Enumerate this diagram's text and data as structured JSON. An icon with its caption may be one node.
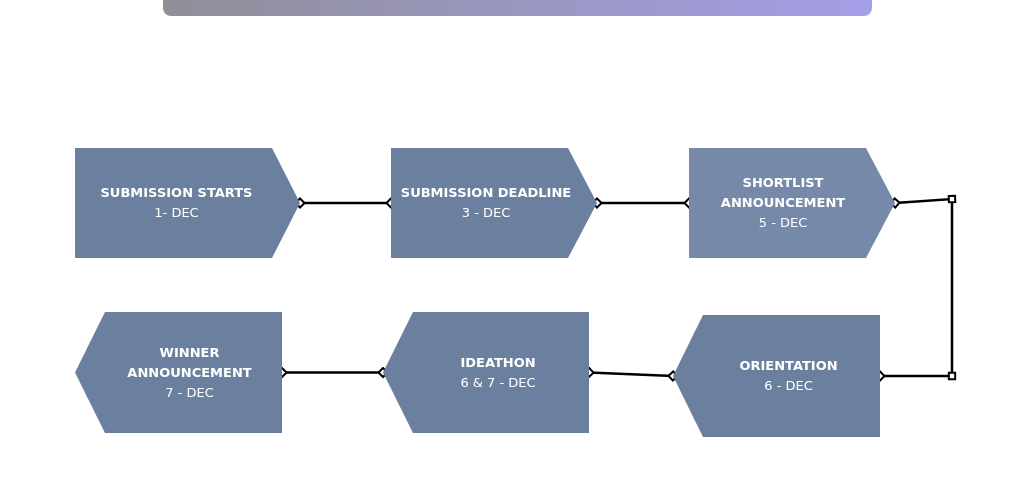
{
  "diagram": {
    "nodes": [
      {
        "text": [
          "SUBMISSION STARTS",
          "1- DEC"
        ]
      },
      {
        "text": [
          "SUBMISSION DEADLINE",
          "3 - DEC"
        ]
      },
      {
        "text": [
          "SHORTLIST ANNOUNCEMENT",
          "5 - DEC"
        ]
      },
      {
        "text": [
          "WINNER ANNOUNCEMENT",
          "7 - DEC"
        ]
      },
      {
        "text": [
          "IDEATHON",
          "6 & 7 - DEC"
        ]
      },
      {
        "text": [
          "ORIENTATION",
          "6 - DEC"
        ]
      }
    ],
    "edges": [
      {
        "from": 0,
        "to": 1,
        "arrow": "other"
      },
      {
        "from": 1,
        "to": 2,
        "arrow": "other"
      },
      {
        "from": 2,
        "to": 5,
        "arrow": "other"
      },
      {
        "from": 5,
        "to": 4,
        "arrow": "other"
      },
      {
        "from": 4,
        "to": 3,
        "arrow": "other"
      }
    ]
  }
}
